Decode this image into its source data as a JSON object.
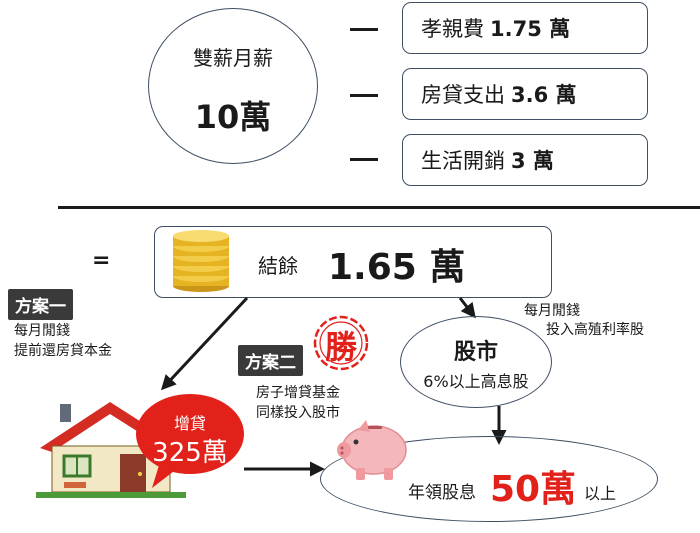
{
  "income": {
    "label": "雙薪月薪",
    "amount": "10萬"
  },
  "expenses": [
    {
      "label": "孝親費",
      "amount": "1.75 萬"
    },
    {
      "label": "房貸支出",
      "amount": "3.6 萬"
    },
    {
      "label": "生活開銷",
      "amount": "3 萬"
    }
  ],
  "equals": "=",
  "balance": {
    "label": "結餘",
    "amount": "1.65 萬"
  },
  "plan1": {
    "tag": "方案一",
    "line1": "每月閒錢",
    "line2": "提前還房貸本金"
  },
  "plan2": {
    "tag": "方案二",
    "line1": "房子增貸基金",
    "line2": "同樣投入股市",
    "win": "勝"
  },
  "house_bubble": {
    "label": "增貸",
    "amount": "325萬"
  },
  "stock_note": {
    "line1": "每月閒錢",
    "line2": "投入高殖利率股"
  },
  "stock": {
    "title": "股市",
    "subtitle": "6%以上高息股"
  },
  "dividend": {
    "prefix": "年領股息",
    "amount": "50萬",
    "suffix": "以上"
  },
  "colors": {
    "accent_red": "#e1211a",
    "box_border": "#3f4f63",
    "coin": "#e6b422"
  }
}
